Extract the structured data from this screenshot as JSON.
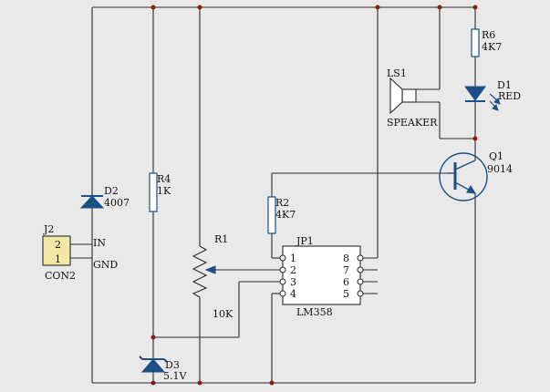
{
  "components": {
    "r6": {
      "ref": "R6",
      "value": "4K7"
    },
    "d1": {
      "ref": "D1",
      "value": "RED"
    },
    "ls1": {
      "ref": "LS1",
      "value": "SPEAKER"
    },
    "q1": {
      "ref": "Q1",
      "value": "9014"
    },
    "r4": {
      "ref": "R4",
      "value": "1K"
    },
    "r2": {
      "ref": "R2",
      "value": "4K7"
    },
    "d2": {
      "ref": "D2",
      "value": "4007"
    },
    "r1": {
      "ref": "R1",
      "value": "10K"
    },
    "jp1": {
      "ref": "JP1",
      "value": "LM358"
    },
    "j2": {
      "ref": "J2",
      "value": "CON2"
    },
    "d3": {
      "ref": "D3",
      "value": "5.1V"
    }
  },
  "connector": {
    "pin2_num": "2",
    "pin1_num": "1",
    "in_label": "IN",
    "gnd_label": "GND"
  },
  "ic_pins": {
    "left": [
      "1",
      "2",
      "3",
      "4"
    ],
    "right": [
      "8",
      "7",
      "6",
      "5"
    ]
  },
  "colors": {
    "background": "#e9e9e9",
    "wire": "#2a2a2a",
    "component_body": "#1c4f86",
    "junction": "#8b1a1a"
  }
}
